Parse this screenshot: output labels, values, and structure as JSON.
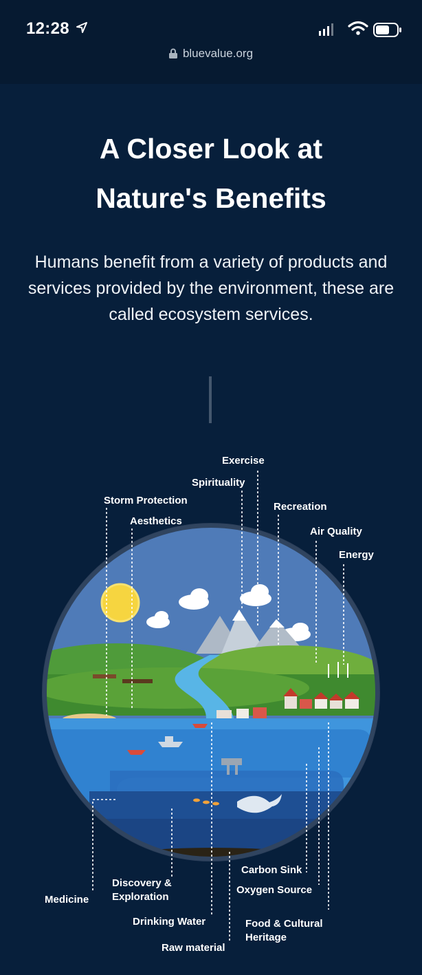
{
  "status_bar": {
    "time": "12:28"
  },
  "browser": {
    "url": "bluevalue.org"
  },
  "hero": {
    "title_line1": "A Closer Look at",
    "title_line2": "Nature's Benefits",
    "subtitle": "Humans benefit from a variety of products and services provided by the environment, these are called ecosystem services."
  },
  "infographic": {
    "labels": {
      "exercise": "Exercise",
      "spirituality": "Spirituality",
      "storm_protection": "Storm Protection",
      "aesthetics": "Aesthetics",
      "recreation": "Recreation",
      "air_quality": "Air Quality",
      "energy": "Energy",
      "medicine": "Medicine",
      "discovery_line1": "Discovery &",
      "discovery_line2": "Exploration",
      "drinking_water": "Drinking Water",
      "raw_material": "Raw material",
      "carbon_sink": "Carbon Sink",
      "oxygen_source": "Oxygen Source",
      "food_line1": "Food & Cultural",
      "food_line2": "Heritage"
    }
  }
}
